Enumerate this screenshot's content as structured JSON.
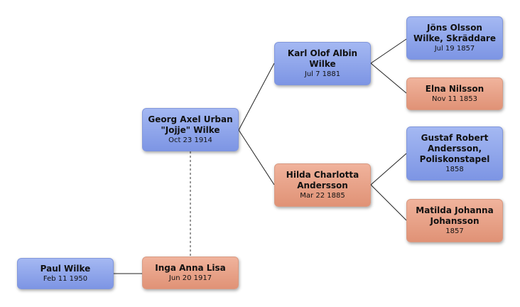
{
  "people": {
    "paul": {
      "name": "Paul Wilke",
      "date": "Feb 11 1950"
    },
    "inga": {
      "name": "Inga Anna Lisa",
      "date": "Jun 20 1917"
    },
    "georg": {
      "name": "Georg Axel Urban \"Jojje\" Wilke",
      "date": "Oct 23 1914"
    },
    "karl": {
      "name": "Karl Olof Albin Wilke",
      "date": "Jul 7 1881"
    },
    "hilda": {
      "name": "Hilda Charlotta Andersson",
      "date": "Mar 22 1885"
    },
    "jons": {
      "name": "Jöns Olsson Wilke, Skräddare",
      "date": "Jul 19 1857"
    },
    "elna": {
      "name": "Elna Nilsson",
      "date": "Nov 11 1853"
    },
    "gustaf": {
      "name": "Gustaf Robert Andersson, Poliskonstapel",
      "date": "1858"
    },
    "matilda": {
      "name": "Matilda Johanna Johansson",
      "date": "1857"
    }
  },
  "colors": {
    "male": "#8ea5ec",
    "female": "#e8a389",
    "line": "#222222"
  }
}
